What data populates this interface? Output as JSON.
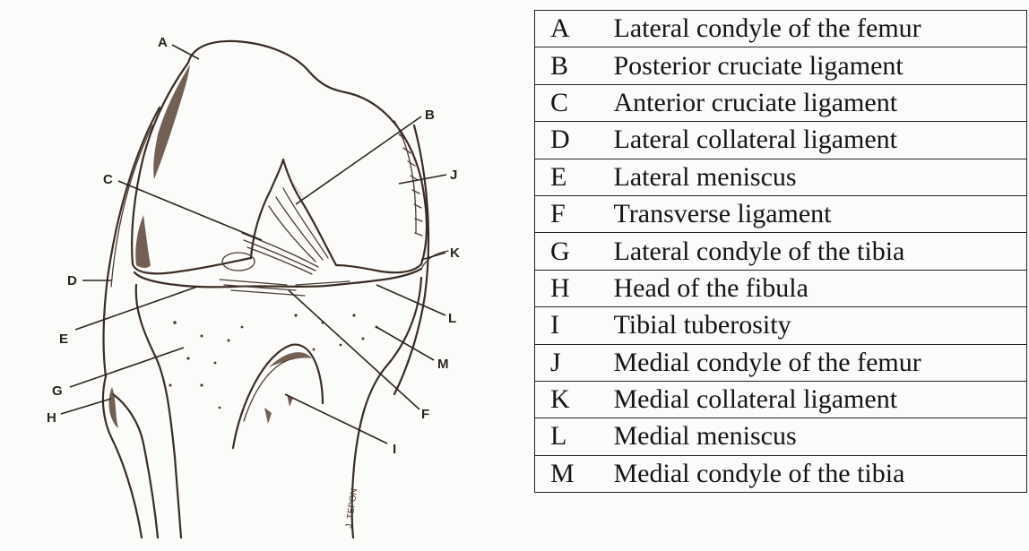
{
  "diagram_labels": {
    "A": "A",
    "B": "B",
    "C": "C",
    "D": "D",
    "E": "E",
    "F": "F",
    "G": "G",
    "H": "H",
    "I": "I",
    "J": "J",
    "K": "K",
    "L": "L",
    "M": "M"
  },
  "artist_signature": "J. TEPON",
  "legend": [
    {
      "letter": "A",
      "name": "Lateral condyle of the femur"
    },
    {
      "letter": "B",
      "name": "Posterior cruciate ligament"
    },
    {
      "letter": "C",
      "name": "Anterior cruciate ligament"
    },
    {
      "letter": "D",
      "name": "Lateral collateral ligament"
    },
    {
      "letter": "E",
      "name": "Lateral meniscus"
    },
    {
      "letter": "F",
      "name": "Transverse ligament"
    },
    {
      "letter": "G",
      "name": "Lateral condyle of the tibia"
    },
    {
      "letter": "H",
      "name": "Head of the fibula"
    },
    {
      "letter": "I",
      "name": "Tibial tuberosity"
    },
    {
      "letter": "J",
      "name": "Medial condyle of the femur"
    },
    {
      "letter": "K",
      "name": "Medial collateral ligament"
    },
    {
      "letter": "L",
      "name": "Medial meniscus"
    },
    {
      "letter": "M",
      "name": "Medial condyle of the tibia"
    }
  ]
}
